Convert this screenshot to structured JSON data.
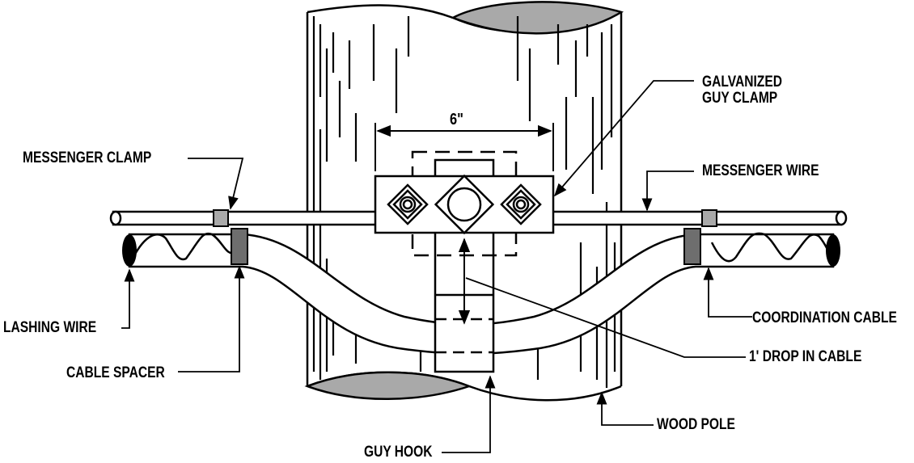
{
  "labels": {
    "galvanized_guy_clamp": "GALVANIZED\nGUY CLAMP",
    "dimension": "6\"",
    "messenger_clamp": "MESSENGER CLAMP",
    "messenger_wire": "MESSENGER WIRE",
    "lashing_wire": "LASHING WIRE",
    "coordination_cable": "COORDINATION CABLE",
    "cable_spacer": "CABLE SPACER",
    "drop_in_cable": "1' DROP IN CABLE",
    "wood_pole": "WOOD POLE",
    "guy_hook": "GUY HOOK"
  },
  "colors": {
    "line": "#000000",
    "fill_gray": "#a9a9a9",
    "spacer_gray": "#6e6e6e",
    "background": "#ffffff"
  }
}
